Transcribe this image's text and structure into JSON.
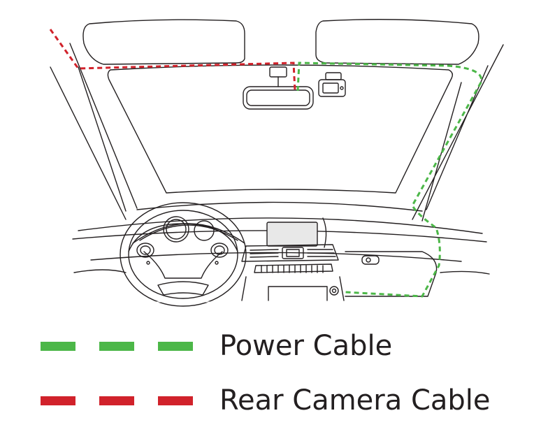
{
  "colors": {
    "power": "#4cb748",
    "rear": "#d1222b",
    "line": "#231f20",
    "background": "#ffffff"
  },
  "legend": [
    {
      "key": "power",
      "label": "Power Cable"
    },
    {
      "key": "rear",
      "label": "Rear Camera Cable"
    }
  ],
  "icons": {
    "dashcam": "dash-camera-icon",
    "mirror": "rear-view-mirror-icon",
    "steering": "steering-wheel-icon",
    "socket": "power-socket-icon"
  }
}
